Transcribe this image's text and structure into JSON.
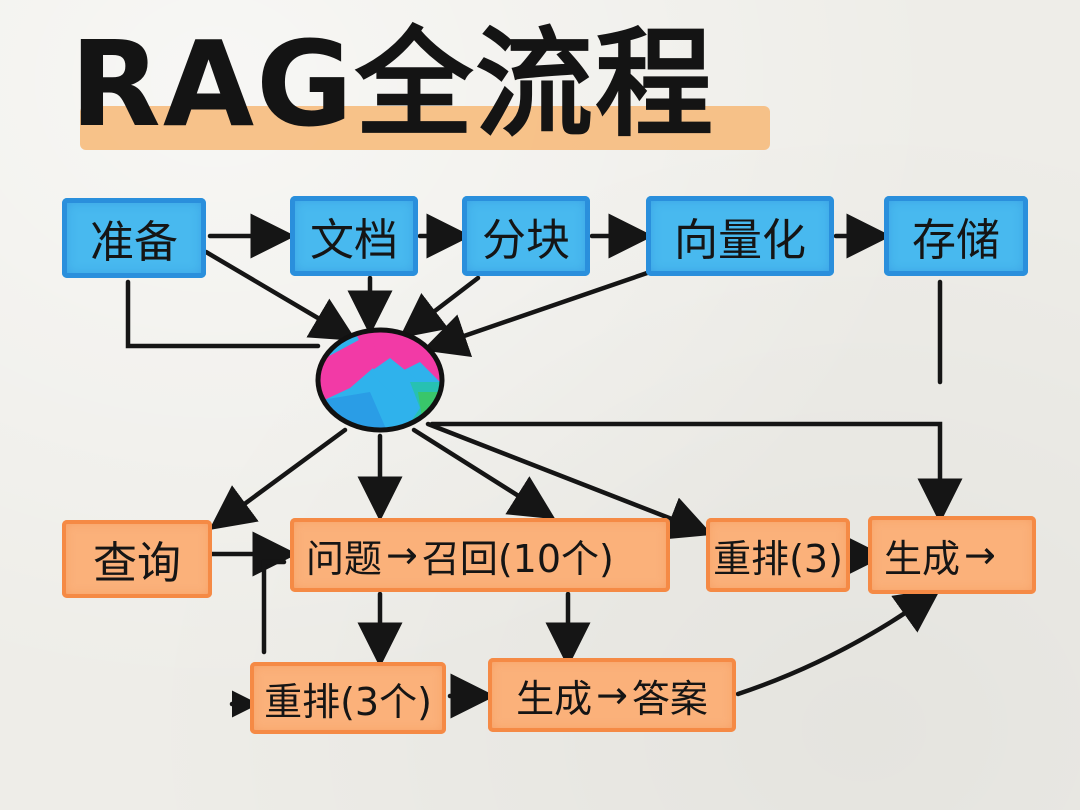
{
  "title": "RAG全流程",
  "prep": {
    "prepare": "准备",
    "document": "文档",
    "chunk": "分块",
    "vectorize": "向量化",
    "store": "存储"
  },
  "flow": {
    "query": "查询",
    "question": "问题",
    "recall": "召回(10个)",
    "rerank": "重排(3)",
    "generate": "生成",
    "rerank_alt": "重排(3个)",
    "generate_alt": "生成",
    "answer": "答案",
    "arrow": "→"
  },
  "colors": {
    "prep_nodes": "#48b9ef",
    "flow_nodes": "#fbb17a",
    "title_highlight": "#f7b877",
    "ink": "#151515"
  },
  "icons": {
    "hub": "vector-database-icon"
  }
}
